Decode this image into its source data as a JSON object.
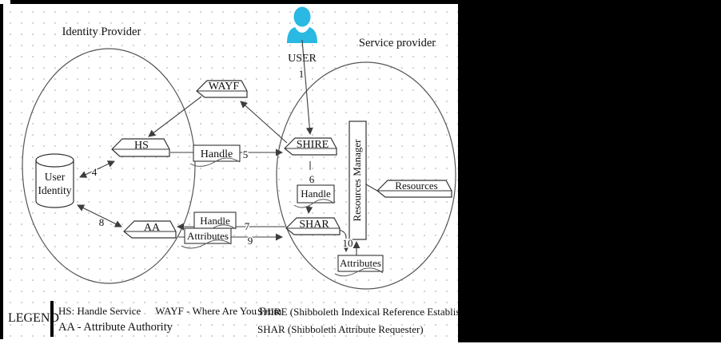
{
  "colors": {
    "user_icon": "#29b9e2",
    "line": "#3d3d3d",
    "background_dot": "#d2d2d2",
    "mask": "#000000"
  },
  "providers": {
    "identity": "Identity Provider",
    "service": "Service provider"
  },
  "user": {
    "label": "USER"
  },
  "nodes": {
    "wayf": "WAYF",
    "hs": "HS",
    "aa": "AA",
    "shire": "SHIRE",
    "shar": "SHAR",
    "resources_manager": "Resources Manager",
    "resources": "Resources"
  },
  "datastore": {
    "line1": "User",
    "line2": "Identity"
  },
  "documents": {
    "handle_hs_to_shire": "Handle",
    "handle_shire_to_shar": "Handle",
    "handle_shar_to_aa": "Handle",
    "attributes_aa_to_shar": "Attributes",
    "attributes_shar_to_rm": "Attributes"
  },
  "steps": {
    "n1": "1",
    "n4": "4",
    "n5": "5",
    "n6": "6",
    "n7": "7",
    "n8": "8",
    "n9": "9",
    "n10": "10"
  },
  "legend": {
    "title": "LEGEND",
    "hs": "HS: Handle Service",
    "wayf": "WAYF - Where Are You From",
    "aa": "AA - Attribute Authority",
    "shire": "SHIRE (Shibboleth Indexical Reference Establisher)",
    "shar": "SHAR (Shibboleth Attribute Requester)"
  }
}
